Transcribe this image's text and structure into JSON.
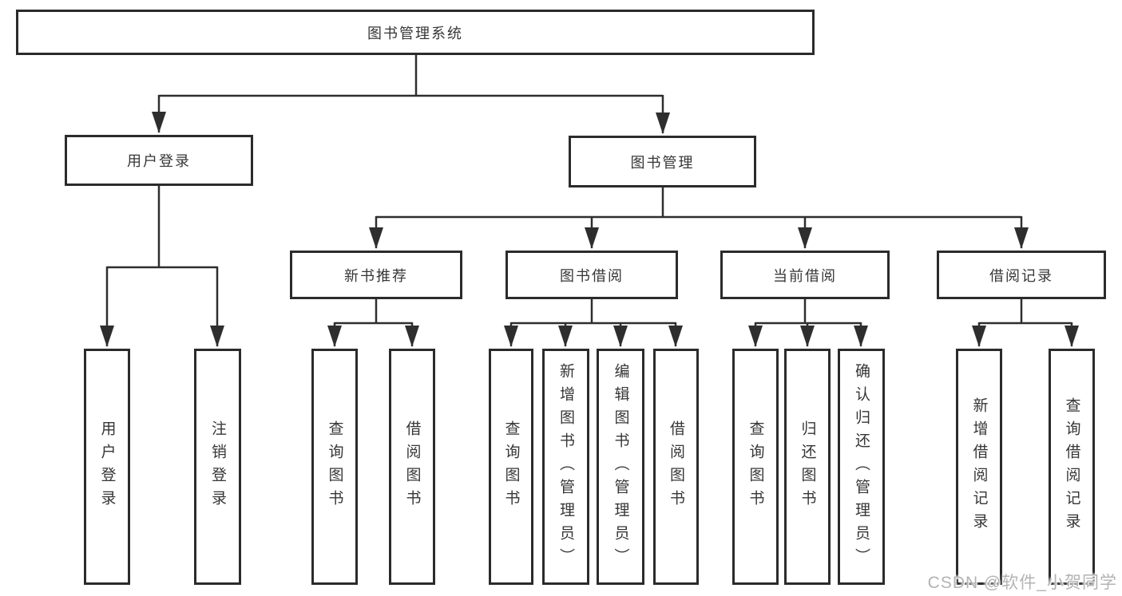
{
  "tree": {
    "root": "图书管理系统",
    "level2": [
      {
        "id": "user-login",
        "label": "用户登录",
        "leaves": [
          "用户登录",
          "注销登录"
        ]
      },
      {
        "id": "book-management",
        "label": "图书管理",
        "level3": [
          {
            "id": "new-book-recommend",
            "label": "新书推荐",
            "leaves": [
              "查询图书",
              "借阅图书"
            ]
          },
          {
            "id": "book-borrowing",
            "label": "图书借阅",
            "leaves": [
              "查询图书",
              "新增图书（管理员）",
              "编辑图书（管理员）",
              "借阅图书"
            ]
          },
          {
            "id": "current-borrowing",
            "label": "当前借阅",
            "leaves": [
              "查询图书",
              "归还图书",
              "确认归还（管理员）"
            ]
          },
          {
            "id": "borrowing-records",
            "label": "借阅记录",
            "leaves": [
              "新增借阅记录",
              "查询借阅记录"
            ]
          }
        ]
      }
    ]
  },
  "watermark": "CSDN @软件_小贺同学",
  "colors": {
    "line": "#2e2e2e",
    "border": "#2b2b2b",
    "text": "#363636",
    "watermark": "#b3b3b3"
  }
}
